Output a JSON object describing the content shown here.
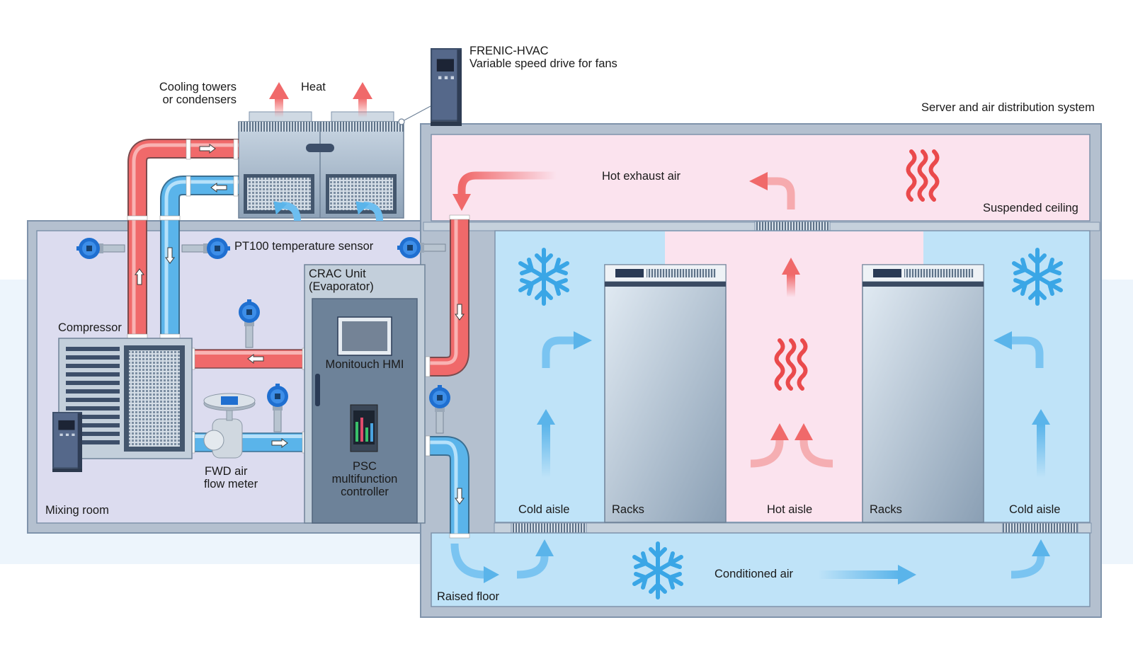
{
  "labels": {
    "frenic_title": "FRENIC-HVAC",
    "frenic_sub": "Variable speed drive for fans",
    "cooling_towers_1": "Cooling towers",
    "cooling_towers_2": "or condensers",
    "heat": "Heat",
    "server_system": "Server and air distribution system",
    "hot_exhaust": "Hot exhaust air",
    "suspended_ceiling": "Suspended ceiling",
    "pt100": "PT100 temperature sensor",
    "crac_1": "CRAC Unit",
    "crac_2": "(Evaporator)",
    "compressor": "Compressor",
    "hmi": "Monitouch HMI",
    "psc_1": "PSC",
    "psc_2": "multifunction",
    "psc_3": "controller",
    "fwd_1": "FWD air",
    "fwd_2": "flow meter",
    "mixing_room": "Mixing room",
    "cold_aisle_left": "Cold aisle",
    "racks_left": "Racks",
    "hot_aisle": "Hot aisle",
    "racks_right": "Racks",
    "cold_aisle_right": "Cold aisle",
    "raised_floor": "Raised floor",
    "conditioned_air": "Conditioned air"
  },
  "colors": {
    "hot_pipe": "#f0696a",
    "cold_pipe": "#5ab4ea",
    "hot_zone": "#fbe3ee",
    "cold_zone": "#bfe3f8",
    "mixing_room": "#dcdcef",
    "frame": "#7f93ab",
    "snowflake": "#3aa6e6",
    "heat_wave": "#ea4a4c"
  }
}
